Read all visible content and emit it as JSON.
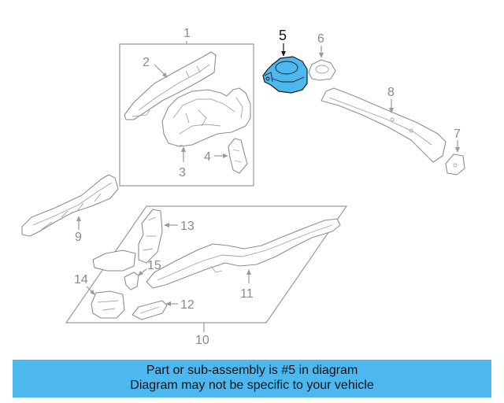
{
  "diagram": {
    "callouts": {
      "c1": "1",
      "c2": "2",
      "c3": "3",
      "c4": "4",
      "c5": "5",
      "c6": "6",
      "c7": "7",
      "c8": "8",
      "c9": "9",
      "c10": "10",
      "c11": "11",
      "c12": "12",
      "c13": "13",
      "c14": "14",
      "c15": "15"
    },
    "highlighted_part": "5",
    "highlight_color": "#4db8f0"
  },
  "banner": {
    "line1": "Part or sub-assembly is #5 in diagram",
    "line2": "Diagram may not be specific to your vehicle",
    "color": "#4db8f0"
  }
}
